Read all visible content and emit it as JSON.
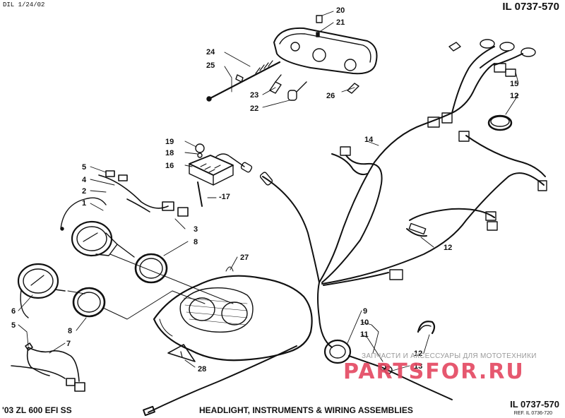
{
  "header": {
    "date_code": "DIL 1/24/02",
    "illustration_id": "IL 0737-570"
  },
  "footer": {
    "model": "'03 ZL 600 EFI SS",
    "title": "HEADLIGHT, INSTRUMENTS & WIRING ASSEMBLIES",
    "illustration_id": "IL 0737-570",
    "reference": "REF. IL 0736-720"
  },
  "watermark": {
    "caption": "ЗАПЧАСТИ И АКСЕССУАРЫ ДЛЯ МОТОТЕХНИКИ",
    "logo": "PARTSFOR.RU"
  },
  "callouts": [
    "20",
    "21",
    "24",
    "25",
    "23",
    "22",
    "26",
    "15",
    "12",
    "14",
    "19",
    "18",
    "16",
    "-17",
    "5",
    "4",
    "2",
    "1",
    "3",
    "8",
    "27",
    "12",
    "9",
    "10",
    "11",
    "12",
    "13",
    "6",
    "5",
    "8",
    "7",
    "28"
  ]
}
